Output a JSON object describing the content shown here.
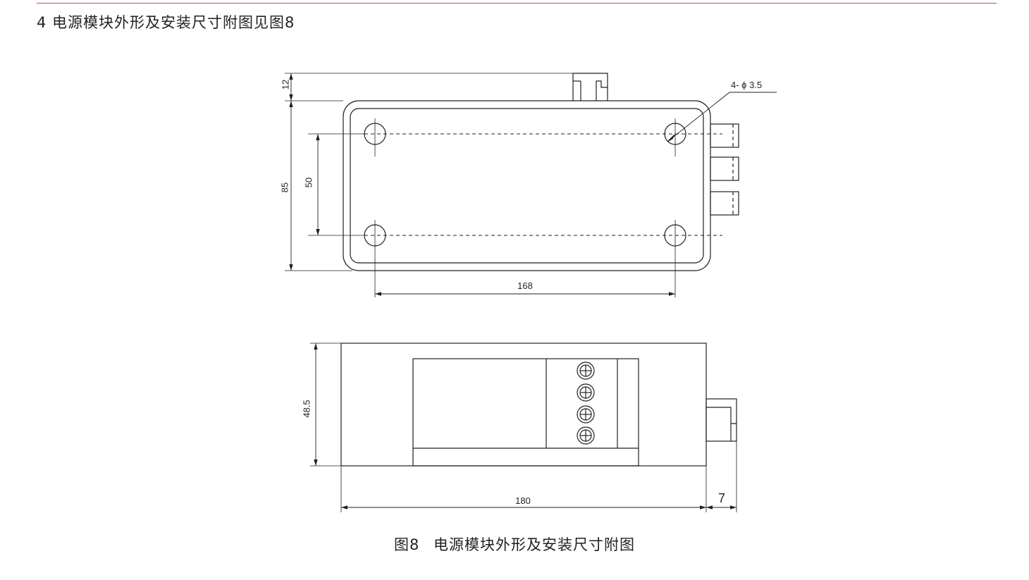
{
  "section": {
    "heading": "4 电源模块外形及安装尺寸附图见图8"
  },
  "figure": {
    "caption_number": "图8",
    "caption_title": "电源模块外形及安装尺寸附图"
  },
  "dimensions": {
    "height_12": "12",
    "height_85": "85",
    "hole_spacing_50": "50",
    "hole_spacing_168": "168",
    "holes_label": "4- ϕ 3.5",
    "depth_48_5": "48.5",
    "length_180": "180",
    "connector_7": "7"
  },
  "colors": {
    "line": "#231f20",
    "accent_rule": "#e04040"
  }
}
